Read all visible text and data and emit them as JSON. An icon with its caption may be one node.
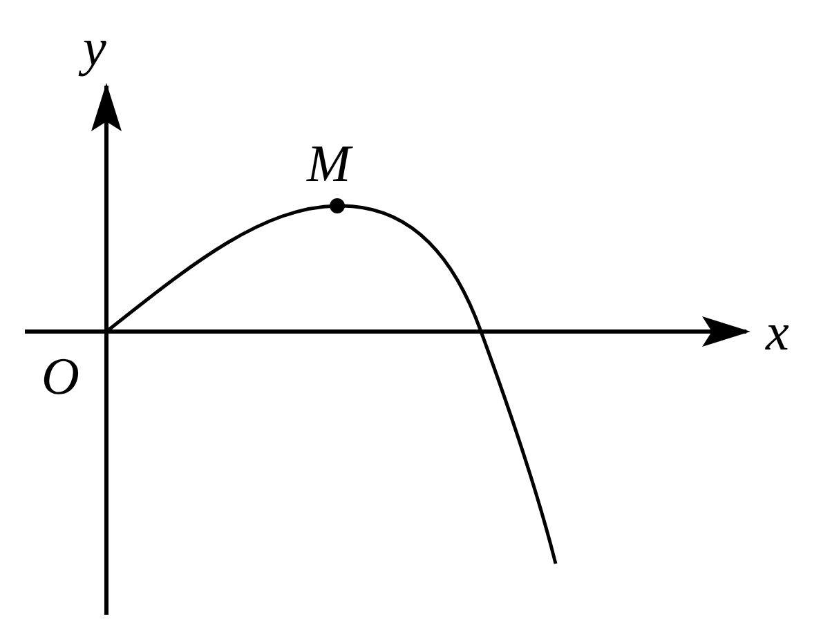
{
  "diagram": {
    "labels": [
      "y",
      "M",
      "x",
      "O"
    ]
  }
}
